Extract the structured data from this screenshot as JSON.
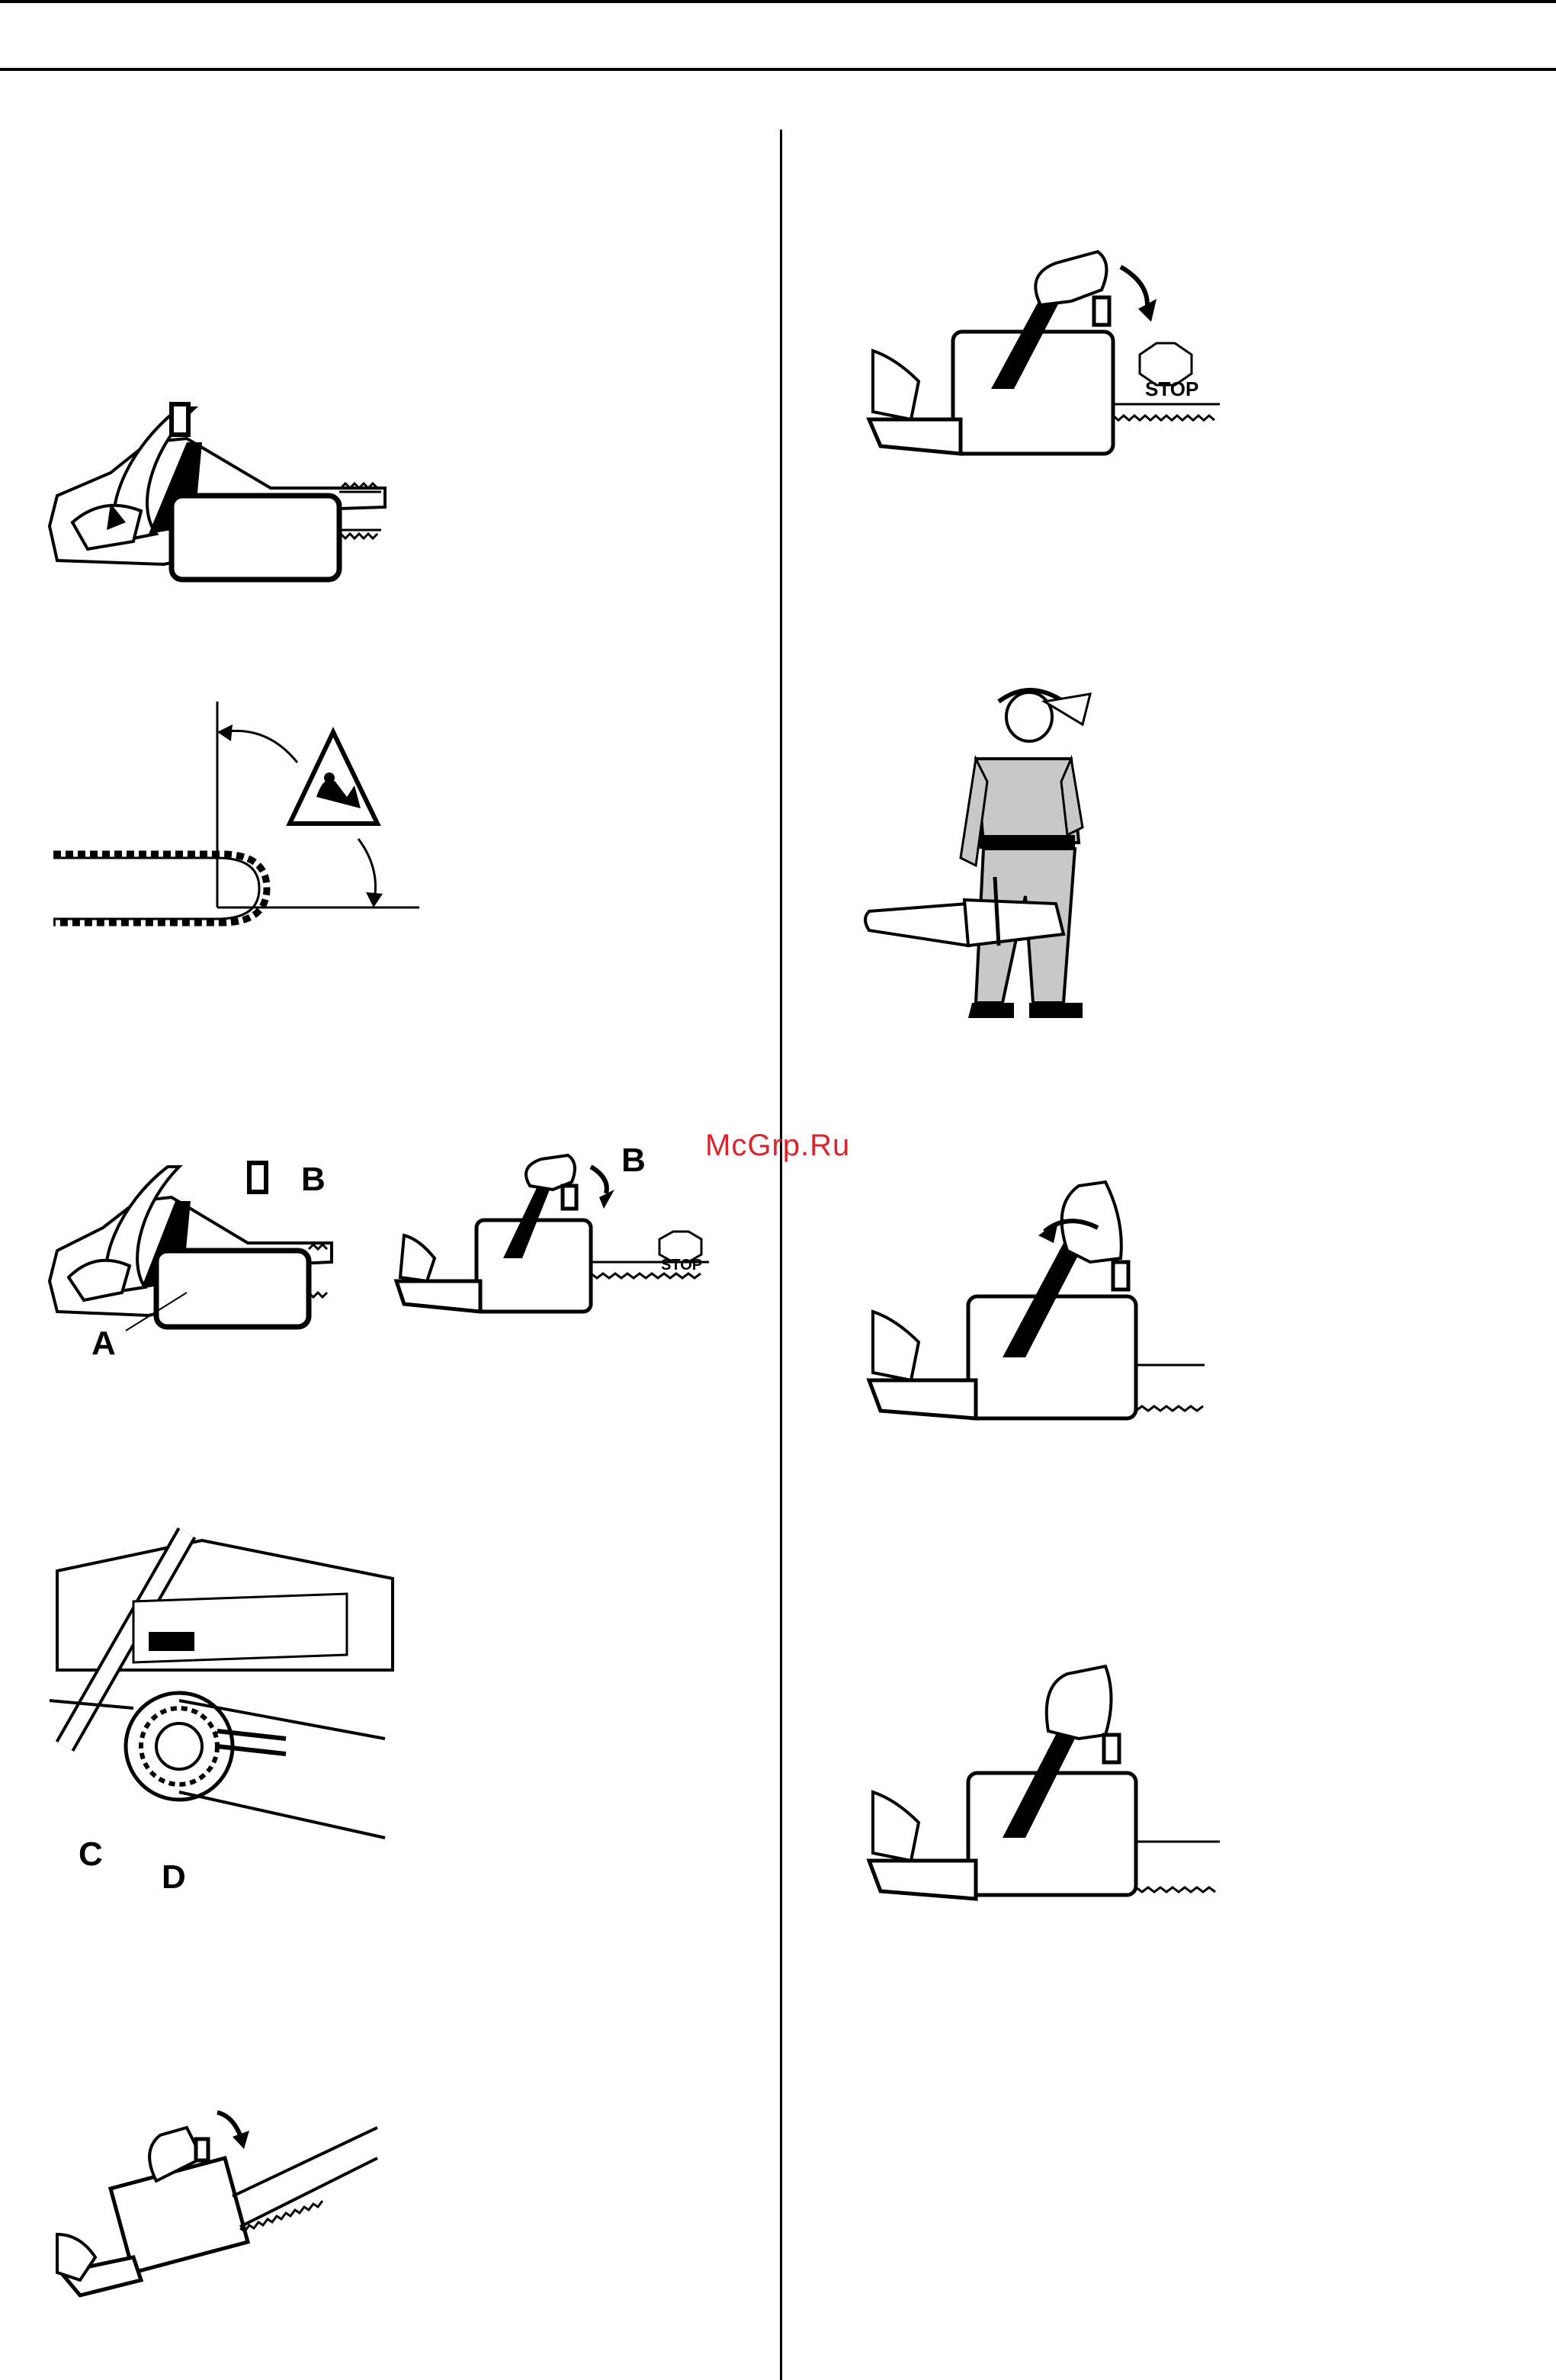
{
  "watermark": "McGrp.Ru",
  "figures": {
    "fig_b_labels": {
      "label_b_left": "B",
      "label_a": "A",
      "label_b_right": "B"
    },
    "fig_cd_labels": {
      "label_c": "C",
      "label_d": "D"
    },
    "stop_sign_text": "STOP"
  },
  "colors": {
    "ink": "#000000",
    "paper": "#ffffff",
    "watermark": "#d9262e",
    "clothing_gray": "#c8c8c8"
  }
}
